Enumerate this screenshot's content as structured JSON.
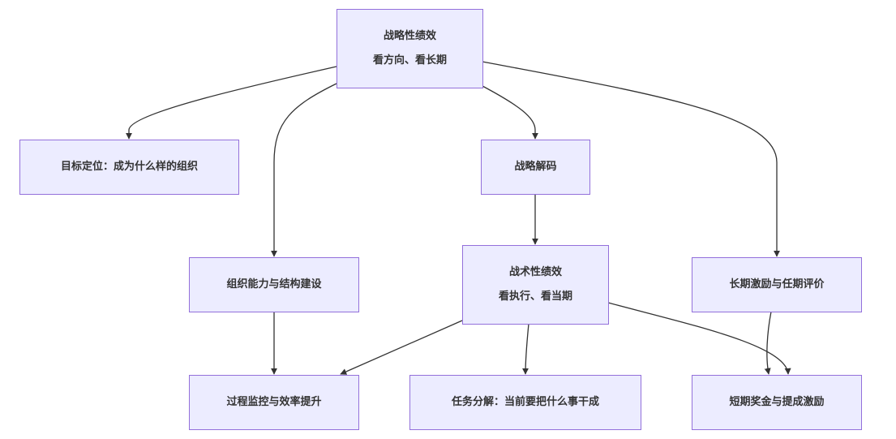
{
  "diagram": {
    "type": "flowchart",
    "direction": "top-down",
    "colors": {
      "node_fill": "#ECECFF",
      "node_border": "#9370DB",
      "text": "#333333",
      "edge": "#333333",
      "background": "#FFFFFF"
    },
    "nodes": {
      "root": {
        "lines": [
          "战略性绩效",
          "看方向、看长期"
        ]
      },
      "goal": {
        "lines": [
          "目标定位：成为什么样的组织"
        ]
      },
      "decode": {
        "lines": [
          "战略解码"
        ]
      },
      "org": {
        "lines": [
          "组织能力与结构建设"
        ]
      },
      "tactical": {
        "lines": [
          "战术性绩效",
          "看执行、看当期"
        ]
      },
      "longterm": {
        "lines": [
          "长期激励与任期评价"
        ]
      },
      "process": {
        "lines": [
          "过程监控与效率提升"
        ]
      },
      "task": {
        "lines": [
          "任务分解：当前要把什么事干成"
        ]
      },
      "shortterm": {
        "lines": [
          "短期奖金与提成激励"
        ]
      }
    },
    "edges": [
      {
        "from": "root",
        "to": "goal"
      },
      {
        "from": "root",
        "to": "org"
      },
      {
        "from": "root",
        "to": "decode"
      },
      {
        "from": "root",
        "to": "longterm"
      },
      {
        "from": "decode",
        "to": "tactical"
      },
      {
        "from": "org",
        "to": "process"
      },
      {
        "from": "tactical",
        "to": "process"
      },
      {
        "from": "tactical",
        "to": "task"
      },
      {
        "from": "tactical",
        "to": "shortterm"
      },
      {
        "from": "longterm",
        "to": "shortterm"
      }
    ]
  }
}
